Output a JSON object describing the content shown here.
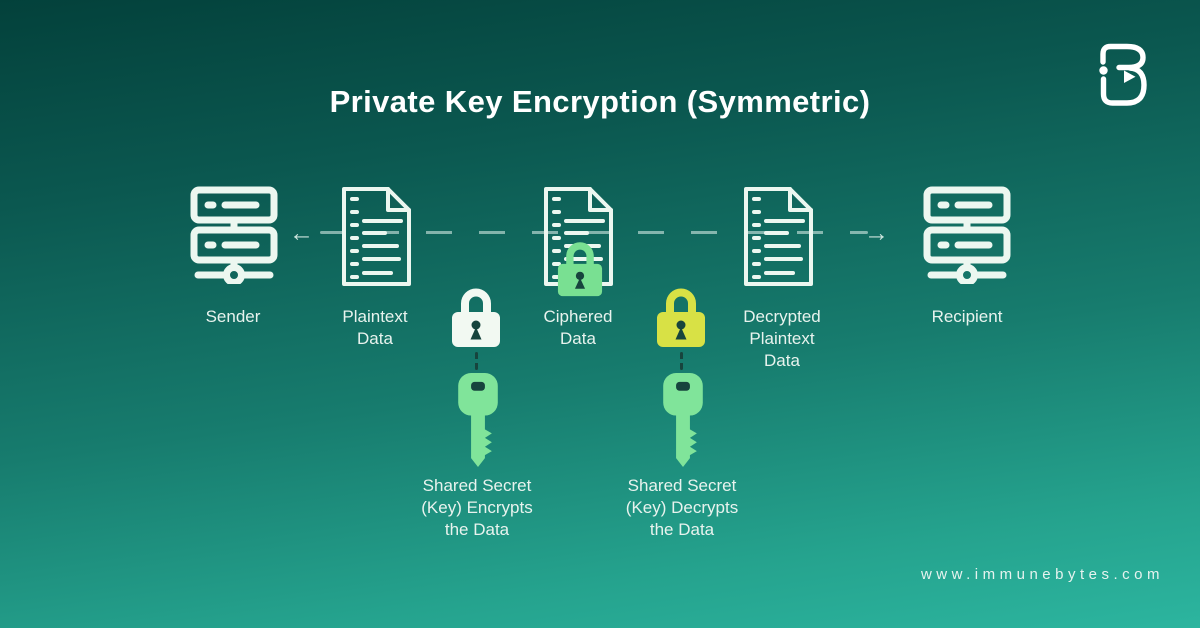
{
  "title": "Private Key Encryption (Symmetric)",
  "flow": {
    "sender": {
      "label": "Sender"
    },
    "plaintext": {
      "lines": [
        "Plaintext",
        "Data"
      ]
    },
    "ciphered": {
      "lines": [
        "Ciphered",
        "Data"
      ]
    },
    "decrypted": {
      "lines": [
        "Decrypted",
        "Plaintext",
        "Data"
      ]
    },
    "recipient": {
      "label": "Recipient"
    }
  },
  "keys": {
    "encrypt": {
      "lines": [
        "Shared Secret",
        "(Key) Encrypts",
        "the Data"
      ]
    },
    "decrypt": {
      "lines": [
        "Shared Secret",
        "(Key) Decrypts",
        "the Data"
      ]
    }
  },
  "arrows": {
    "left": "←",
    "right": "→"
  },
  "footer": {
    "website": "www.immunebytes.com"
  },
  "icons": {
    "logo": "immunebytes-logo",
    "sender": "server-icon",
    "plaintext": "document-icon",
    "ciphered": "document-lock-icon",
    "decrypted": "document-icon",
    "recipient": "server-icon",
    "encrypt_lock": "padlock-icon-white",
    "decrypt_lock": "padlock-icon-yellow",
    "shared_key": "key-icon"
  },
  "colors": {
    "bg_top": "#03413b",
    "bg_bottom": "#2cb59f",
    "icon_cream": "#ecf7f0",
    "key_green": "#80e49a",
    "lock_green": "#79e092",
    "lock_yellow": "#d8e145",
    "keyhole_dark": "#17443d",
    "label_text": "#e8f3ee",
    "title_text": "#ffffff",
    "dash_line": "#a9cdc4"
  }
}
